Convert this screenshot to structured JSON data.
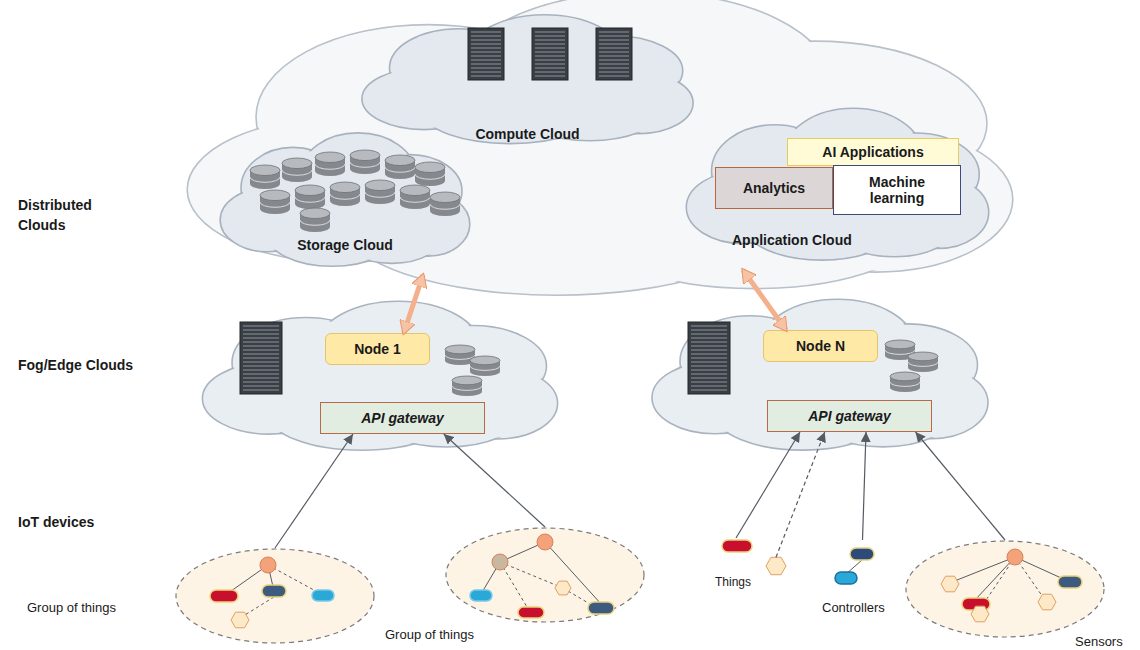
{
  "diagram": {
    "nodes": [
      {
        "text": [
          "Compute Cloud"
        ]
      },
      {
        "text": [
          "Storage Cloud"
        ]
      },
      {
        "text": [
          "Application Cloud"
        ]
      },
      {
        "text": [
          "AI Applications"
        ],
        "in": 2
      },
      {
        "text": [
          "Analytics"
        ],
        "in": 2
      },
      {
        "text": [
          "Machine learning"
        ],
        "in": 2
      },
      {
        "text": [
          "Node 1"
        ]
      },
      {
        "text": [
          "API gateway"
        ]
      },
      {
        "text": [
          "Node N"
        ]
      },
      {
        "text": [
          "API gateway"
        ]
      },
      {
        "text": [
          "Group of things"
        ]
      },
      {
        "text": [
          "Group of things"
        ]
      },
      {
        "text": [
          "Things"
        ]
      },
      {
        "text": [
          "Controllers"
        ]
      },
      {
        "text": [
          "Sensors"
        ]
      }
    ],
    "edges": [
      {
        "from": 6,
        "to": 1,
        "arrow": "both"
      },
      {
        "from": 8,
        "to": 2,
        "arrow": "both"
      },
      {
        "from": 10,
        "to": 7,
        "arrow": "to"
      },
      {
        "from": 11,
        "to": 7,
        "arrow": "to"
      },
      {
        "from": 12,
        "to": 9,
        "arrow": "to"
      },
      {
        "from": 12,
        "to": 9,
        "arrow": "to"
      },
      {
        "from": 13,
        "to": 9,
        "arrow": "to"
      },
      {
        "from": 14,
        "to": 9,
        "arrow": "to"
      }
    ],
    "labels": [
      "Distributed Clouds",
      "Fog/Edge Clouds",
      "IoT devices"
    ]
  }
}
